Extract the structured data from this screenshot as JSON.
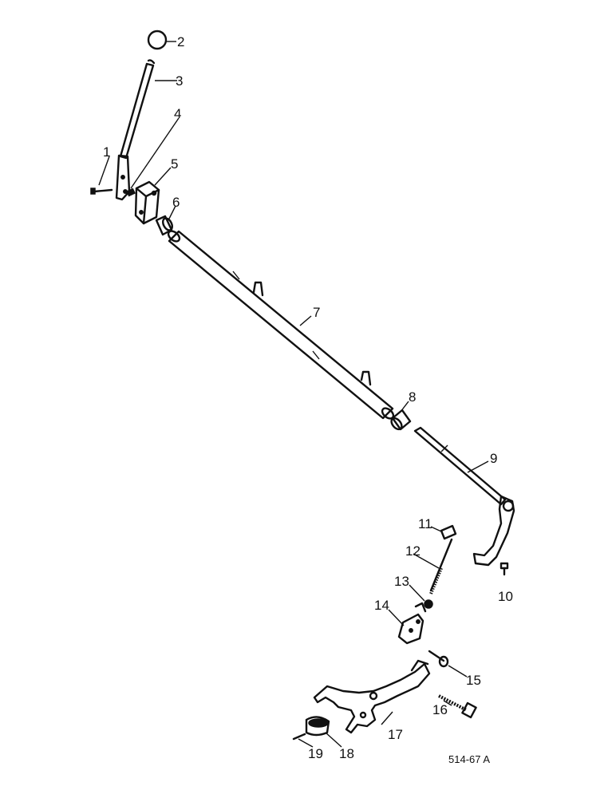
{
  "diagram": {
    "drawing_code": "514-67 A",
    "callouts": [
      {
        "number": "1"
      },
      {
        "number": "2"
      },
      {
        "number": "3"
      },
      {
        "number": "4"
      },
      {
        "number": "5"
      },
      {
        "number": "6"
      },
      {
        "number": "7"
      },
      {
        "number": "8"
      },
      {
        "number": "9"
      },
      {
        "number": "10"
      },
      {
        "number": "11"
      },
      {
        "number": "12"
      },
      {
        "number": "13"
      },
      {
        "number": "14"
      },
      {
        "number": "15"
      },
      {
        "number": "16"
      },
      {
        "number": "17"
      },
      {
        "number": "18"
      },
      {
        "number": "19"
      }
    ]
  }
}
